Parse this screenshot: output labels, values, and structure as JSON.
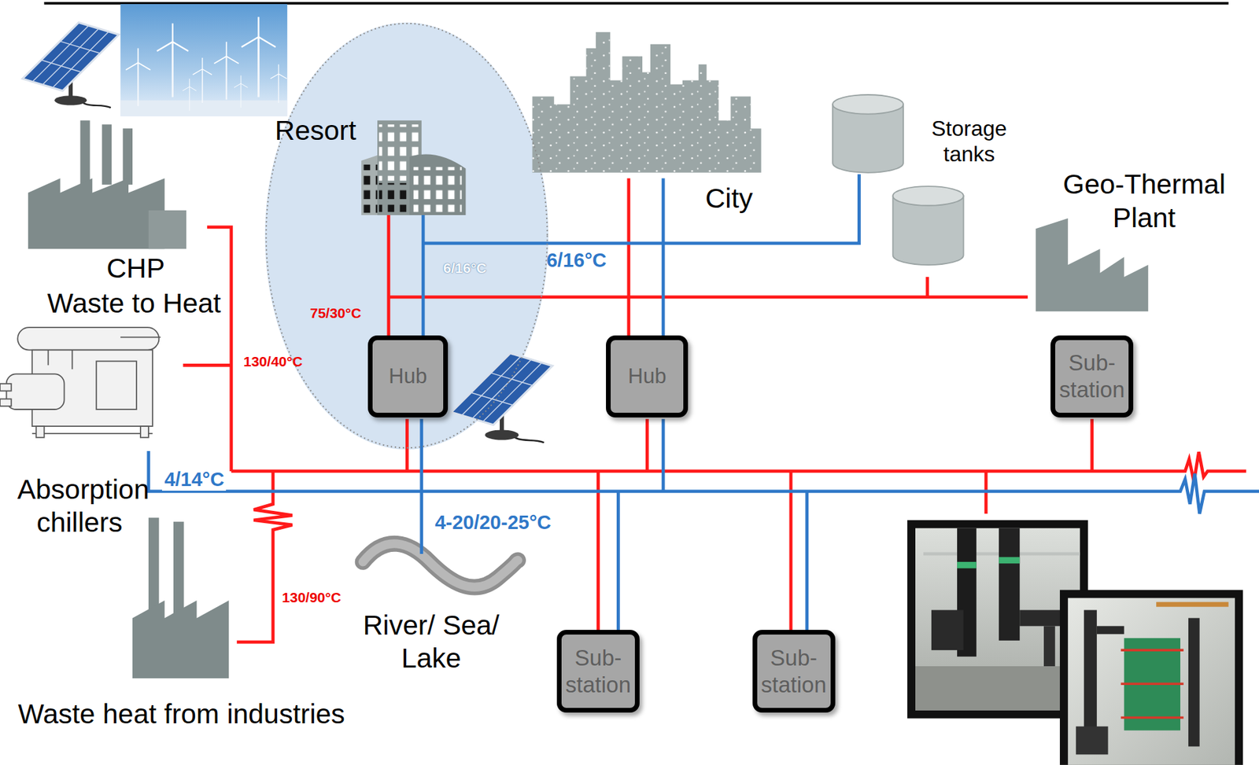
{
  "diagram": {
    "nodes": [
      {
        "text": [
          "Resort"
        ]
      },
      {
        "text": [
          "Hub"
        ],
        "in": 0
      },
      {
        "text": [
          "Hub"
        ]
      },
      {
        "text": [
          "Sub- station"
        ]
      },
      {
        "text": [
          "Sub- station"
        ]
      },
      {
        "text": [
          "Sub- station"
        ]
      }
    ],
    "labels": [
      "Storage tanks",
      "City",
      "Geo-Thermal Plant",
      "CHP",
      "Waste to Heat",
      "6/16°C",
      "6/16°C",
      "75/30°C",
      "130/40°C",
      "Absorption chillers",
      "4/14°C",
      "4-20/20-25°C",
      "130/90°C",
      "River/ Sea/ Lake",
      "Waste heat from industries"
    ]
  }
}
